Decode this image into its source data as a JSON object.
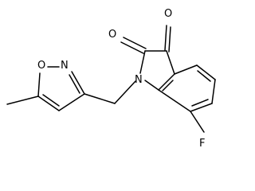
{
  "molecule": {
    "atoms": {
      "o_ketone": "O",
      "o_lactam": "O",
      "n_indole": "N",
      "fluorine": "F",
      "o_isoxazole": "O",
      "n_isoxazole": "N"
    }
  }
}
